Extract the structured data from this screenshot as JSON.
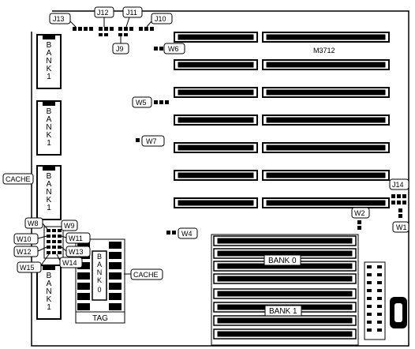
{
  "board": {
    "model": "M3712",
    "labels": {
      "cache": "CACHE",
      "bank0": "BANK 0",
      "bank1": "BANK 1",
      "bank": "BANK",
      "tag": "TAG"
    },
    "jumpers": {
      "J9": "J9",
      "J10": "J10",
      "J11": "J11",
      "J12": "J12",
      "J13": "J13",
      "J14": "J14",
      "W1": "W1",
      "W2": "W2",
      "W4": "W4",
      "W5": "W5",
      "W6": "W6",
      "W7": "W7",
      "W8": "W8",
      "W9": "W9",
      "W10": "W10",
      "W11": "W11",
      "W12": "W12",
      "W13": "W13",
      "W14": "W14",
      "W15": "W15"
    },
    "left_cache_chip_labels": [
      "BANK 1",
      "BANK 1",
      "BANK 1",
      "BANK 1"
    ],
    "center_cache_chip_label": "BANK 0"
  }
}
